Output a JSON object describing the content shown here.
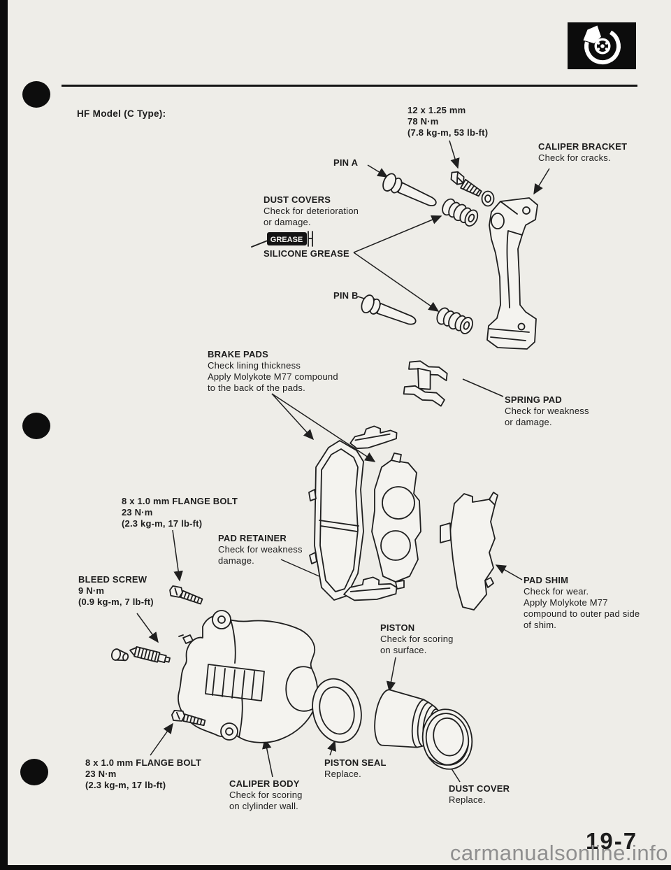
{
  "page": {
    "model_label": "HF Model (C Type):",
    "page_number": "19-7",
    "watermark": "carmanualsonline.info"
  },
  "colors": {
    "paper": "#eeede8",
    "ink": "#1d1d1d",
    "watermark_gray": "#8f8f8f",
    "icon_box": "#0c0c0c"
  },
  "icons": {
    "brake_disc": "brake-disc-icon",
    "grease_tube_label": "GREASE"
  },
  "callouts": {
    "top_torque": {
      "line1": "12 x 1.25 mm",
      "line2": "78 N·m",
      "line3": "(7.8 kg-m, 53 lb-ft)"
    },
    "caliper_bracket": {
      "title": "CALIPER BRACKET",
      "note1": "Check for cracks."
    },
    "pin_a": {
      "title": "PIN A"
    },
    "dust_covers": {
      "title": "DUST COVERS",
      "note1": "Check for deterioration",
      "note2": "or damage."
    },
    "silicone_grease": {
      "title": "SILICONE GREASE"
    },
    "pin_b": {
      "title": "PIN B"
    },
    "brake_pads": {
      "title": "BRAKE PADS",
      "note1": "Check lining thickness",
      "note2": "Apply Molykote M77 compound",
      "note3": "to the back of the pads."
    },
    "spring_pad": {
      "title": "SPRING PAD",
      "note1": "Check for weakness",
      "note2": "or damage."
    },
    "flange_bolt_upper": {
      "line1": "8 x 1.0 mm FLANGE BOLT",
      "line2": "23 N·m",
      "line3": "(2.3 kg-m, 17 lb-ft)"
    },
    "pad_retainer": {
      "title": "PAD RETAINER",
      "note1": "Check for weakness",
      "note2": "damage."
    },
    "bleed_screw": {
      "line1": "BLEED SCREW",
      "line2": "9 N·m",
      "line3": "(0.9 kg-m, 7 lb-ft)"
    },
    "pad_shim": {
      "title": "PAD SHIM",
      "note1": "Check for wear.",
      "note2": "Apply Molykote M77",
      "note3": "compound to outer pad side",
      "note4": "of shim."
    },
    "piston": {
      "title": "PISTON",
      "note1": "Check for scoring",
      "note2": "on surface."
    },
    "flange_bolt_lower": {
      "line1": "8 x 1.0 mm FLANGE BOLT",
      "line2": "23 N·m",
      "line3": "(2.3 kg-m, 17 lb-ft)"
    },
    "caliper_body": {
      "title": "CALIPER BODY",
      "note1": "Check for scoring",
      "note2": "on clylinder wall."
    },
    "piston_seal": {
      "title": "PISTON SEAL",
      "note1": "Replace."
    },
    "dust_cover": {
      "title": "DUST COVER",
      "note1": "Replace."
    }
  }
}
